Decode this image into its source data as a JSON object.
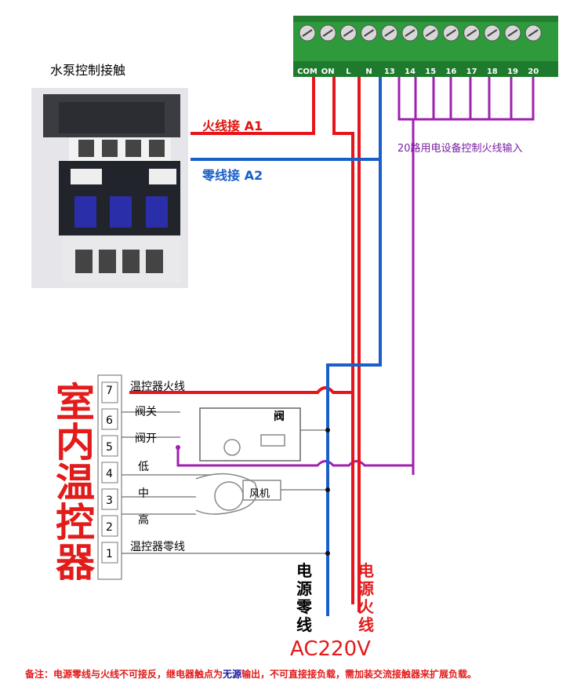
{
  "contactor": {
    "title": "水泵控制接触"
  },
  "labels": {
    "live_to_a1": "火线接 A1",
    "neutral_to_a2": "零线接 A2",
    "inputs_20": "20路用电设备控制火线输入"
  },
  "terminal_strip": {
    "labels": [
      "COM",
      "ON",
      "L",
      "N",
      "13",
      "14",
      "15",
      "16",
      "17",
      "18",
      "19",
      "20"
    ]
  },
  "thermostat": {
    "title_chars": [
      "室",
      "内",
      "温",
      "控",
      "器"
    ],
    "terminals": [
      {
        "num": "7",
        "label": "温控器火线"
      },
      {
        "num": "6",
        "label": "阀关"
      },
      {
        "num": "5",
        "label": "阀开"
      },
      {
        "num": "4",
        "label": "低"
      },
      {
        "num": "3",
        "label": "中"
      },
      {
        "num": "2",
        "label": "高"
      },
      {
        "num": "1",
        "label": "温控器零线"
      }
    ],
    "valve_label": "阀",
    "fan_label": "风机"
  },
  "power": {
    "neutral_chars": [
      "电",
      "源",
      "零",
      "线"
    ],
    "live_chars": [
      "电",
      "源",
      "火",
      "线"
    ],
    "voltage": "AC220V"
  },
  "note": {
    "prefix": "备注：电源零线与火线不可接反，继电器触点为",
    "highlight": "无源",
    "suffix": "输出，不可直接接负载，需加装交流接触器来扩展负载。"
  },
  "colors": {
    "live": "#e8141b",
    "neutral": "#1a5fc8",
    "input": "#a020b0",
    "terminal_green": "#2e9a3c"
  }
}
